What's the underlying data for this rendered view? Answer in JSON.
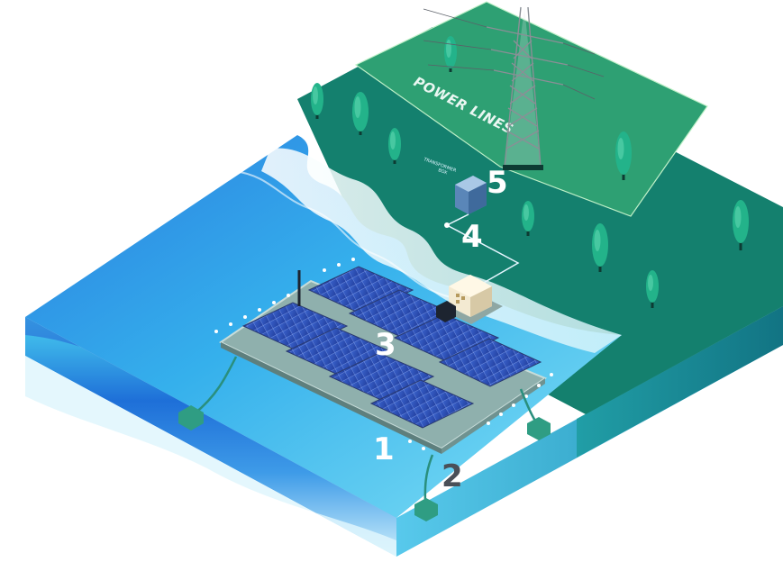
{
  "zone": {
    "power_lines": "POWER LINES"
  },
  "sign": {
    "line1": "TRANSFORMER",
    "line2": "BOX"
  },
  "labels": {
    "n1": "1",
    "n2": "2",
    "n3": "3",
    "n4": "4",
    "n5": "5"
  },
  "colors": {
    "water_top": "#3cc3ea",
    "water_deep": "#1f5fd0",
    "land": "#14806e",
    "power_zone": "#2ea073",
    "panel": "#2b4fb8",
    "frame": "#9fb7b3",
    "tree": "#23b38a"
  }
}
